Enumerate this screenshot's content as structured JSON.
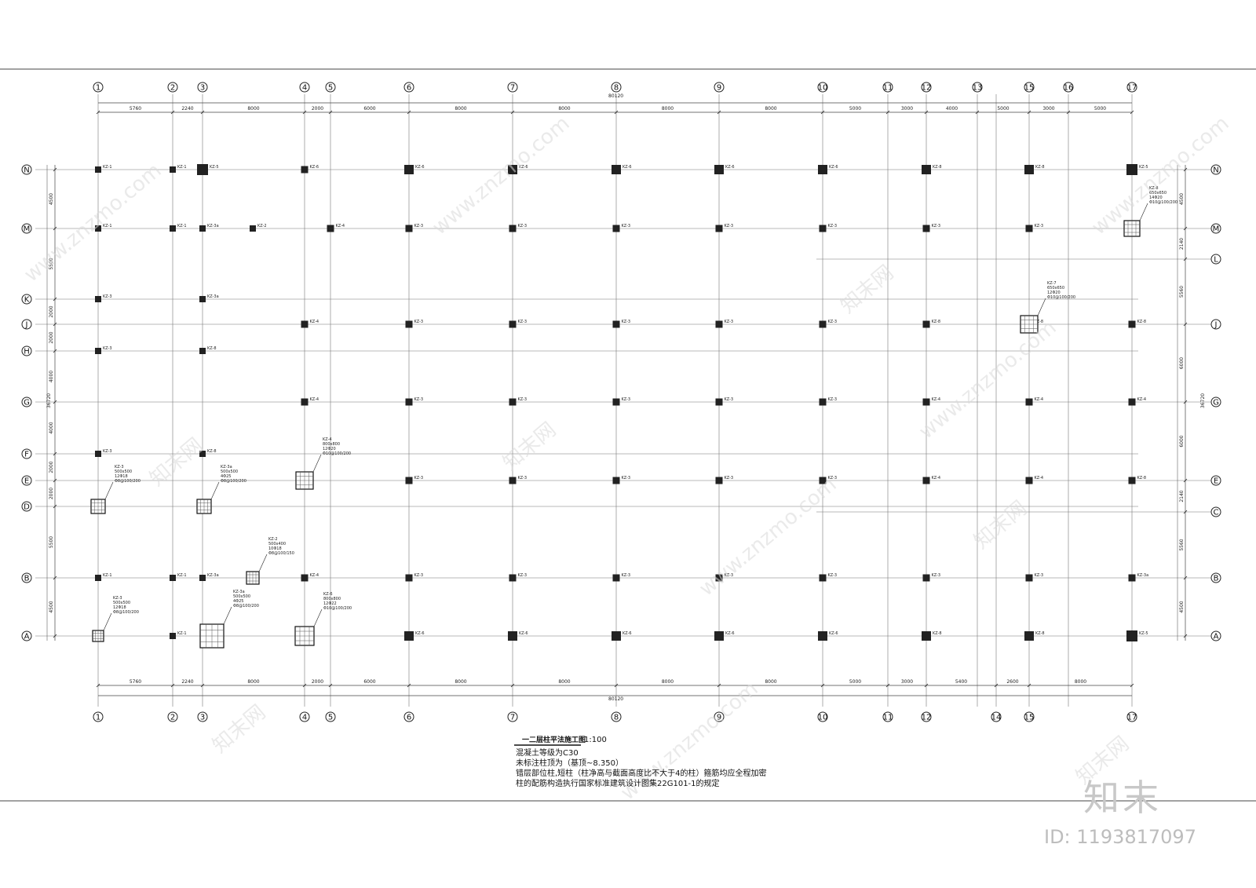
{
  "drawing": {
    "title": "一二层柱平法施工图",
    "scale": "1:100",
    "notes": [
      "混凝土等级为C30",
      "未标注柱顶为（基顶~8.350）",
      "错层部位柱,短柱（柱净高与截面高度比不大于4的柱）箍筋均应全程加密",
      "柱的配筋构造执行国家标准建筑设计图集22G101-1的规定"
    ],
    "overall_dimension": "80120",
    "overall_vertical_dimension": "36720"
  },
  "x_axes": [
    "1",
    "2",
    "3",
    "4",
    "5",
    "6",
    "7",
    "8",
    "9",
    "10",
    "11",
    "12",
    "13",
    "14",
    "15",
    "16",
    "17"
  ],
  "y_axes": [
    "N",
    "M",
    "L",
    "K",
    "J",
    "H",
    "G",
    "F",
    "E",
    "D",
    "C",
    "B",
    "A"
  ],
  "top_dimensions": [
    "5760",
    "2240",
    "8000",
    "2000",
    "6000",
    "8000",
    "8000",
    "8000",
    "8000",
    "5000",
    "3000",
    "4000",
    "5000",
    "3000",
    "5000"
  ],
  "bottom_dimensions": [
    "5760",
    "2240",
    "8000",
    "2000",
    "6000",
    "8000",
    "8000",
    "8000",
    "8000",
    "5000",
    "3000",
    "5400",
    "2600",
    "8000"
  ],
  "left_dimensions": [
    "4500",
    "5500",
    "2000",
    "2000",
    "4000",
    "4000",
    "2000",
    "2000",
    "5500",
    "4500"
  ],
  "right_dimensions": [
    "4500",
    "2140",
    "5560",
    "6000",
    "6000",
    "2140",
    "5560",
    "4500"
  ],
  "column_labels": [
    "KZ-1",
    "KZ-2",
    "KZ-3",
    "KZ-4",
    "KZ-5",
    "KZ-6",
    "KZ-7",
    "KZ-8",
    "KZ-3a"
  ],
  "column_details": [
    {
      "name": "KZ-3",
      "size": "500x500",
      "bars": "12Φ18",
      "stirrup": "Φ8@100/200"
    },
    {
      "name": "KZ-3a",
      "size": "500x500",
      "bars": "4Φ25",
      "stirrup": "Φ8@100/200"
    },
    {
      "name": "KZ-4",
      "size": "800x800",
      "bars": "12Φ20",
      "stirrup": "Φ10@100/200"
    },
    {
      "name": "KZ-2",
      "size": "500x400",
      "bars": "10Φ18",
      "stirrup": "Φ8@100/150"
    },
    {
      "name": "KZ-6",
      "size": "800x800",
      "bars": "12Φ22",
      "stirrup": "Φ10@100/200"
    },
    {
      "name": "KZ-7",
      "size": "650x650",
      "bars": "12Φ20",
      "stirrup": "Φ10@100/200"
    },
    {
      "name": "KZ-8",
      "size": "650x650",
      "bars": "14Φ20",
      "stirrup": "Φ10@100/200"
    }
  ],
  "watermarks": [
    "www.znzmo.com",
    "知末网"
  ],
  "logo": "知末",
  "image_id": "ID: 1193817097"
}
